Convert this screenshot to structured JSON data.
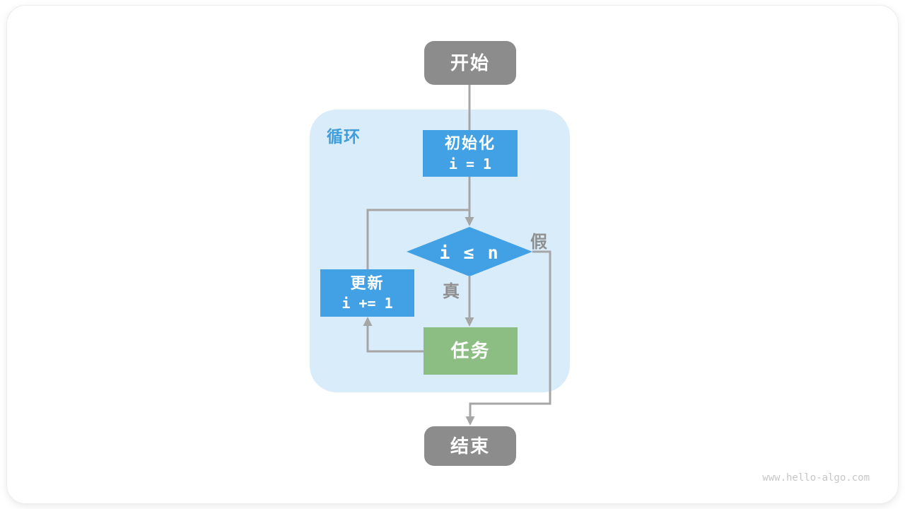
{
  "diagram": {
    "loop_label": "循环",
    "nodes": {
      "start": {
        "label": "开始"
      },
      "init": {
        "label": "初始化",
        "code": "i = 1"
      },
      "condition": {
        "label": "i ≤ n"
      },
      "update": {
        "label": "更新",
        "code": "i += 1"
      },
      "task": {
        "label": "任务"
      },
      "end": {
        "label": "结束"
      }
    },
    "edge_labels": {
      "true_branch": "真",
      "false_branch": "假"
    },
    "colors": {
      "terminal_gray": "#8c8c8c",
      "process_blue": "#41a1e4",
      "task_green": "#8cbe83",
      "loop_container_bg": "#d9ecf9",
      "loop_label_blue": "#3f9ddb",
      "connector_gray": "#a6a6a6",
      "edge_label_gray": "#8f8f8f"
    },
    "watermark": "www.hello-algo.com"
  }
}
